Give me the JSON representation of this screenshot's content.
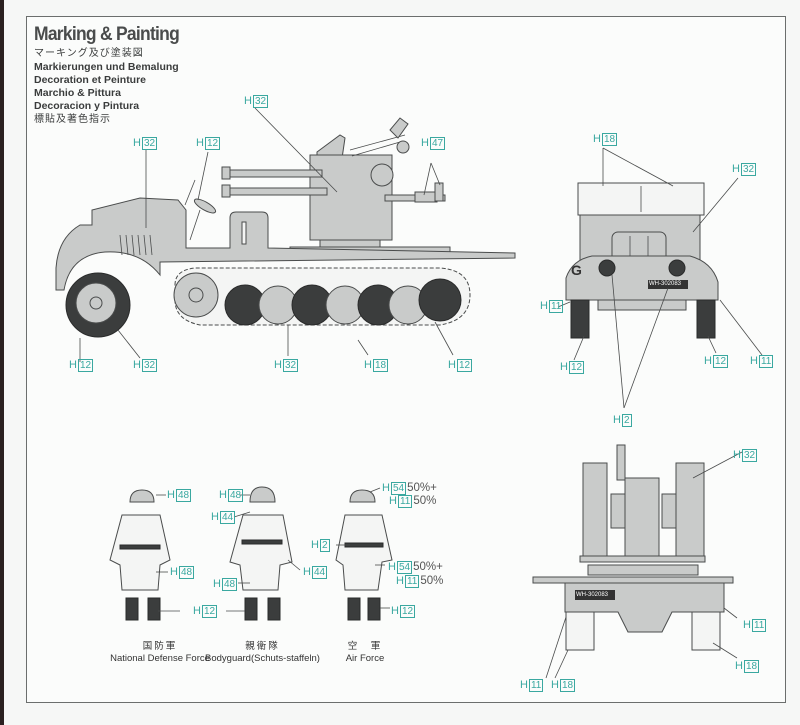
{
  "header": {
    "title": "Marking & Painting",
    "subtitles": [
      "マーキング及び塗装図",
      "Markierungen und Bemalung",
      "Decoration et Peinture",
      "Marchio & Pittura",
      "Decoracion y Pintura",
      "標貼及著色指示"
    ]
  },
  "color_prefix": "H",
  "accent_color": "#3aa8a0",
  "side_view": {
    "labels": [
      {
        "code": "32",
        "part": "hood"
      },
      {
        "code": "12",
        "part": "steering-wheel"
      },
      {
        "code": "32",
        "part": "gun-mount"
      },
      {
        "code": "47",
        "part": "gun-sight"
      },
      {
        "code": "12",
        "part": "front-tire"
      },
      {
        "code": "32",
        "part": "front-wheel"
      },
      {
        "code": "32",
        "part": "road-wheels"
      },
      {
        "code": "18",
        "part": "track"
      },
      {
        "code": "12",
        "part": "rear-track"
      }
    ]
  },
  "front_view": {
    "marking": "G",
    "plate": "WH-302083",
    "labels": [
      {
        "code": "18",
        "part": "wipers"
      },
      {
        "code": "32",
        "part": "body"
      },
      {
        "code": "11",
        "part": "left-fender"
      },
      {
        "code": "12",
        "part": "left-tire"
      },
      {
        "code": "12",
        "part": "right-tire"
      },
      {
        "code": "11",
        "part": "right-fender"
      },
      {
        "code": "2",
        "part": "headlights-plate"
      }
    ]
  },
  "rear_view": {
    "plate": "WH-302083",
    "labels": [
      {
        "code": "32",
        "part": "gun-shields"
      },
      {
        "code": "11",
        "part": "right-fender"
      },
      {
        "code": "18",
        "part": "right-track"
      },
      {
        "code": "11",
        "part": "left-fender"
      },
      {
        "code": "18",
        "part": "left-track"
      }
    ]
  },
  "figures": [
    {
      "caption_jp": "国防軍",
      "caption": "National Defense Force",
      "labels": [
        {
          "code": "48"
        },
        {
          "code": "48"
        },
        {
          "code": "12"
        }
      ]
    },
    {
      "caption_jp": "親衛隊",
      "caption": "Bodyguard(Schuts-staffeln)",
      "labels": [
        {
          "code": "48"
        },
        {
          "code": "44"
        },
        {
          "code": "44"
        },
        {
          "code": "48"
        }
      ]
    },
    {
      "caption_jp": "空　軍",
      "caption": "Air Force",
      "labels": [
        {
          "code": "54",
          "mix": "50%+"
        },
        {
          "code": "11",
          "mix": "50%"
        },
        {
          "code": "2"
        },
        {
          "code": "54",
          "mix": "50%+"
        },
        {
          "code": "11",
          "mix": "50%"
        },
        {
          "code": "12"
        }
      ]
    }
  ]
}
